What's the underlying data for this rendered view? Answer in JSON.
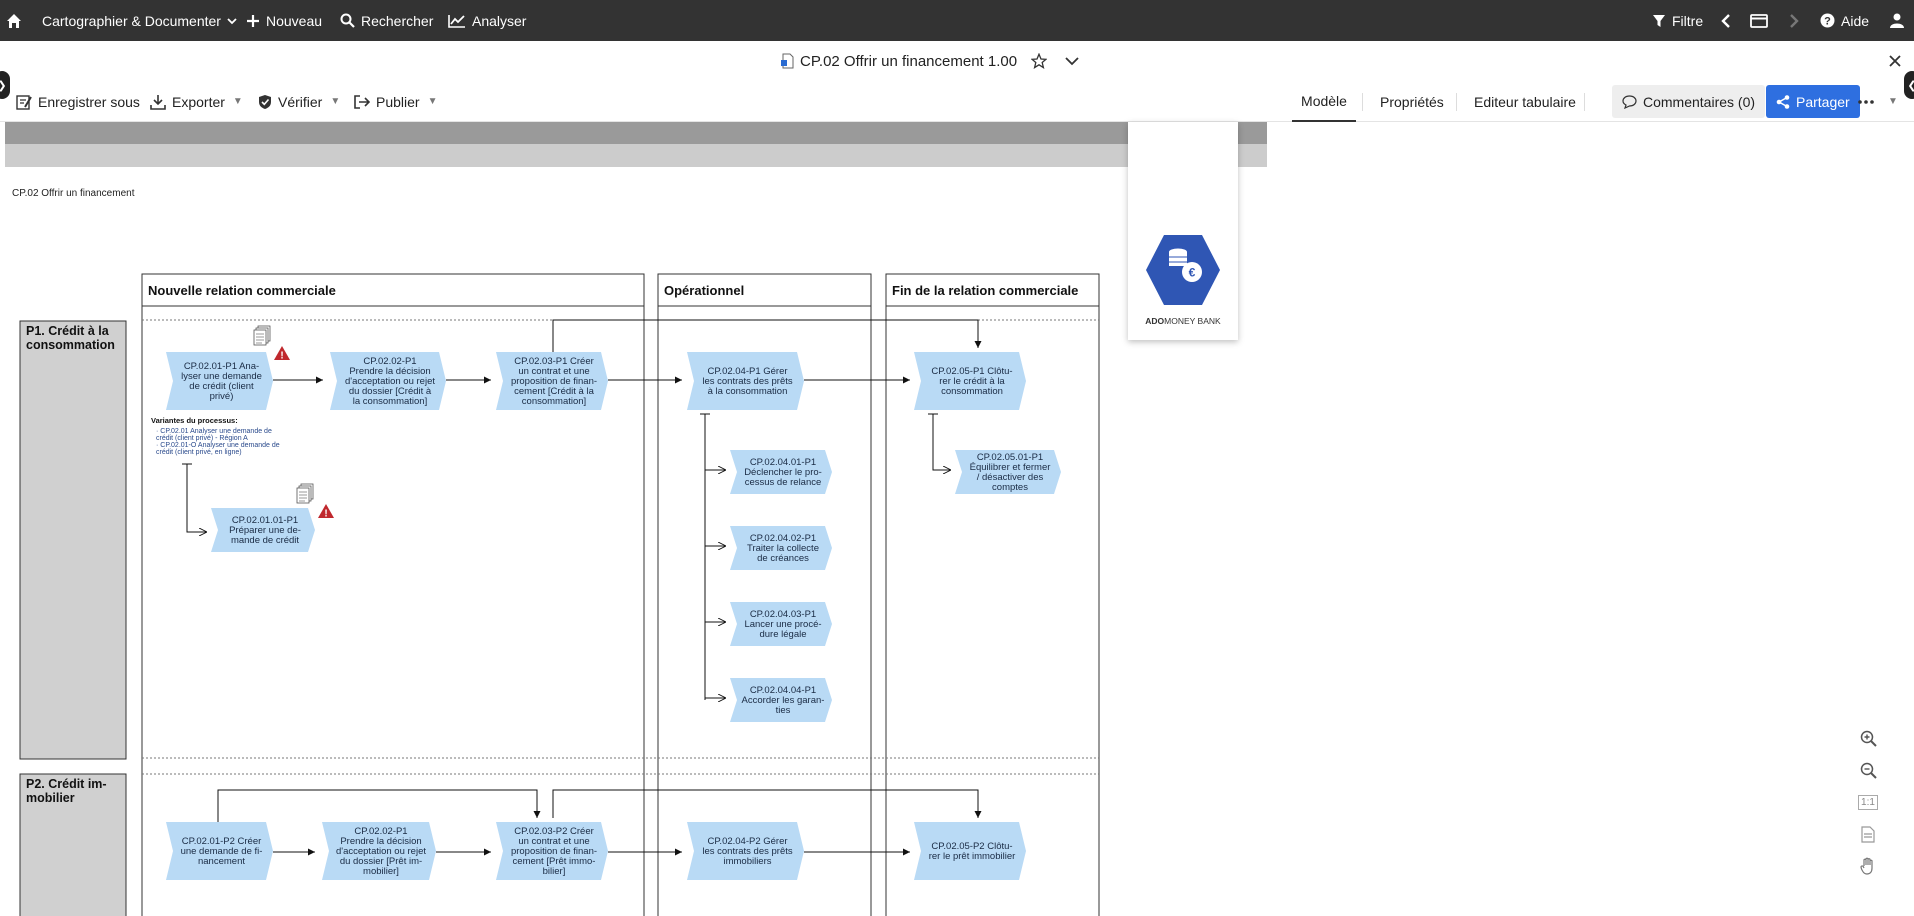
{
  "topbar": {
    "menu_label": "Cartographier & Documenter",
    "new_label": "Nouveau",
    "search_label": "Rechercher",
    "analyze_label": "Analyser",
    "filter_label": "Filtre",
    "help_label": "Aide"
  },
  "titlebar": {
    "doc_title": "CP.02 Offrir un financement 1.00"
  },
  "toolbar": {
    "save_as": "Enregistrer sous",
    "export": "Exporter",
    "verify": "Vérifier",
    "publish": "Publier",
    "tabs": [
      "Modèle",
      "Propriétés",
      "Editeur tabulaire"
    ],
    "comments": "Commentaires (0)",
    "share": "Partager"
  },
  "logo": {
    "brand_bold": "ADO",
    "brand_rest": "MONEY BANK"
  },
  "diagram": {
    "title": "CP.02 Offrir un financement",
    "phases": [
      "Nouvelle relation commerciale",
      "Opérationnel",
      "Fin de la relation commerciale"
    ],
    "lanes": [
      {
        "lines": [
          "P1. Crédit à la",
          "consommation"
        ]
      },
      {
        "lines": [
          "P2. Crédit im-",
          "mobilier"
        ]
      }
    ],
    "variants": {
      "heading": "Variantes du processus:",
      "lines": [
        "· CP.02.01 Analyser une demande de",
        "crédit (client privé) - Région A",
        "· CP.02.01-O Analyser une demande de",
        "crédit (client privé, en ligne)"
      ]
    },
    "processes": [
      {
        "id": "p1_analyser",
        "lines": [
          "CP.02.01-P1 Ana-",
          "lyser une demande",
          "de crédit (client",
          "privé)"
        ]
      },
      {
        "id": "p1_decision",
        "lines": [
          "CP.02.02-P1",
          "Prendre la décision",
          "d'acceptation ou rejet",
          "du dossier [Crédit à",
          "la consommation]"
        ]
      },
      {
        "id": "p1_contrat",
        "lines": [
          "CP.02.03-P1 Créer",
          "un contrat et une",
          "proposition de finan-",
          "cement [Crédit à la",
          "consommation]"
        ]
      },
      {
        "id": "p1_gerer",
        "lines": [
          "CP.02.04-P1 Gérer",
          "les contrats des prêts",
          "à la consommation"
        ]
      },
      {
        "id": "p1_cloturer",
        "lines": [
          "CP.02.05-P1 Clôtu-",
          "rer le crédit à la",
          "consommation"
        ]
      },
      {
        "id": "p1_preparer",
        "lines": [
          "CP.02.01.01-P1",
          "Préparer une de-",
          "mande de crédit"
        ]
      },
      {
        "id": "p1_relance",
        "lines": [
          "CP.02.04.01-P1",
          "Déclencher le pro-",
          "cessus de relance"
        ]
      },
      {
        "id": "p1_collecte",
        "lines": [
          "CP.02.04.02-P1",
          "Traiter la collecte",
          "de créances"
        ]
      },
      {
        "id": "p1_legale",
        "lines": [
          "CP.02.04.03-P1",
          "Lancer une procé-",
          "dure légale"
        ]
      },
      {
        "id": "p1_garanties",
        "lines": [
          "CP.02.04.04-P1",
          "Accorder les garan-",
          "ties"
        ]
      },
      {
        "id": "p1_equilibrer",
        "lines": [
          "CP.02.05.01-P1",
          "Équilibrer et fermer",
          "/ désactiver des",
          "comptes"
        ]
      },
      {
        "id": "p2_creer",
        "lines": [
          "CP.02.01-P2 Créer",
          "une demande de fi-",
          "nancement"
        ]
      },
      {
        "id": "p2_decision",
        "lines": [
          "CP.02.02-P1",
          "Prendre la décision",
          "d'acceptation ou rejet",
          "du dossier [Prêt im-",
          "mobilier]"
        ]
      },
      {
        "id": "p2_contrat",
        "lines": [
          "CP.02.03-P2 Créer",
          "un contrat et une",
          "proposition de finan-",
          "cement [Prêt immo-",
          "bilier]"
        ]
      },
      {
        "id": "p2_gerer",
        "lines": [
          "CP.02.04-P2 Gérer",
          "les contrats des prêts",
          "immobiliers"
        ]
      },
      {
        "id": "p2_cloturer",
        "lines": [
          "CP.02.05-P2 Clôtu-",
          "rer le prêt immobilier"
        ]
      }
    ]
  },
  "zoom": {
    "one_to_one": "1:1"
  }
}
